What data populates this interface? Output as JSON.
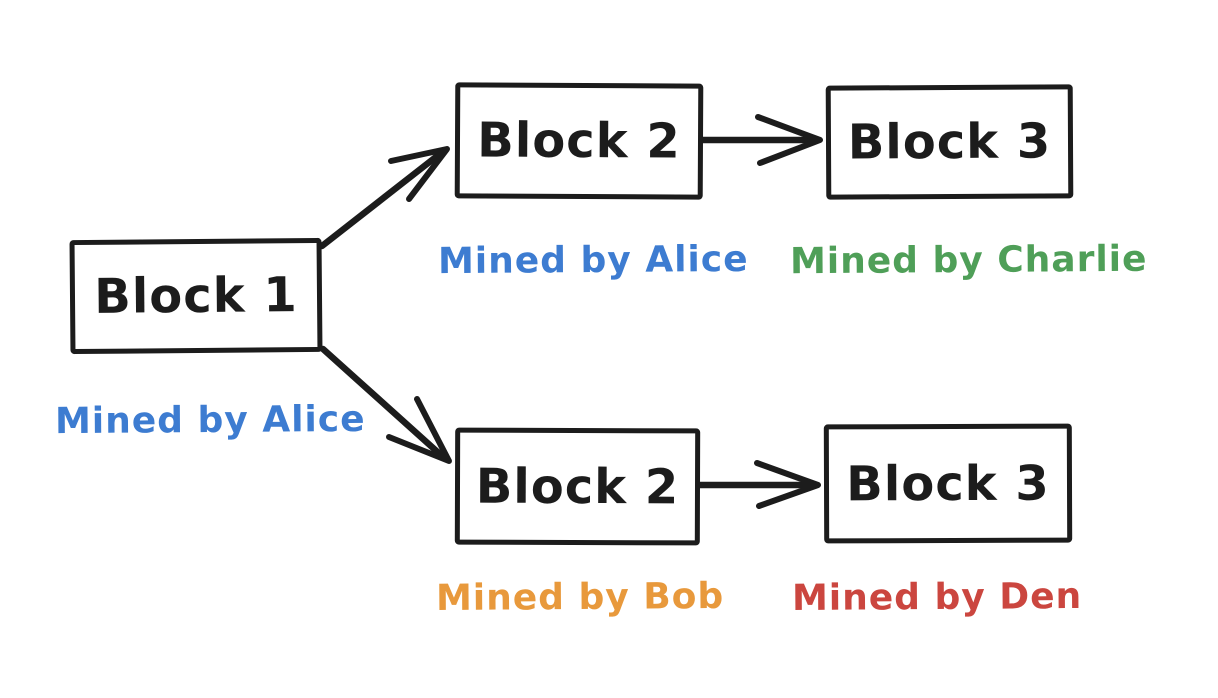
{
  "diagram": {
    "title": "blockchain-fork",
    "background_color": "#ffffff",
    "stroke_color": "#1c1c1c",
    "blocks": [
      {
        "id": "block-1",
        "label": "Block 1",
        "miner": {
          "text": "Mined by Alice",
          "color": "#3d7cd1"
        }
      },
      {
        "id": "block-2-top",
        "label": "Block 2",
        "miner": {
          "text": "Mined by Alice",
          "color": "#3d7cd1"
        }
      },
      {
        "id": "block-3-top",
        "label": "Block 3",
        "miner": {
          "text": "Mined by Charlie",
          "color": "#4f9f58"
        }
      },
      {
        "id": "block-2-bottom",
        "label": "Block 2",
        "miner": {
          "text": "Mined by Bob",
          "color": "#e8993c"
        }
      },
      {
        "id": "block-3-bottom",
        "label": "Block 3",
        "miner": {
          "text": "Mined by Den",
          "color": "#cb463f"
        }
      }
    ],
    "edges": [
      {
        "from": "block-1",
        "to": "block-2-top"
      },
      {
        "from": "block-1",
        "to": "block-2-bottom"
      },
      {
        "from": "block-2-top",
        "to": "block-3-top"
      },
      {
        "from": "block-2-bottom",
        "to": "block-3-bottom"
      }
    ]
  }
}
